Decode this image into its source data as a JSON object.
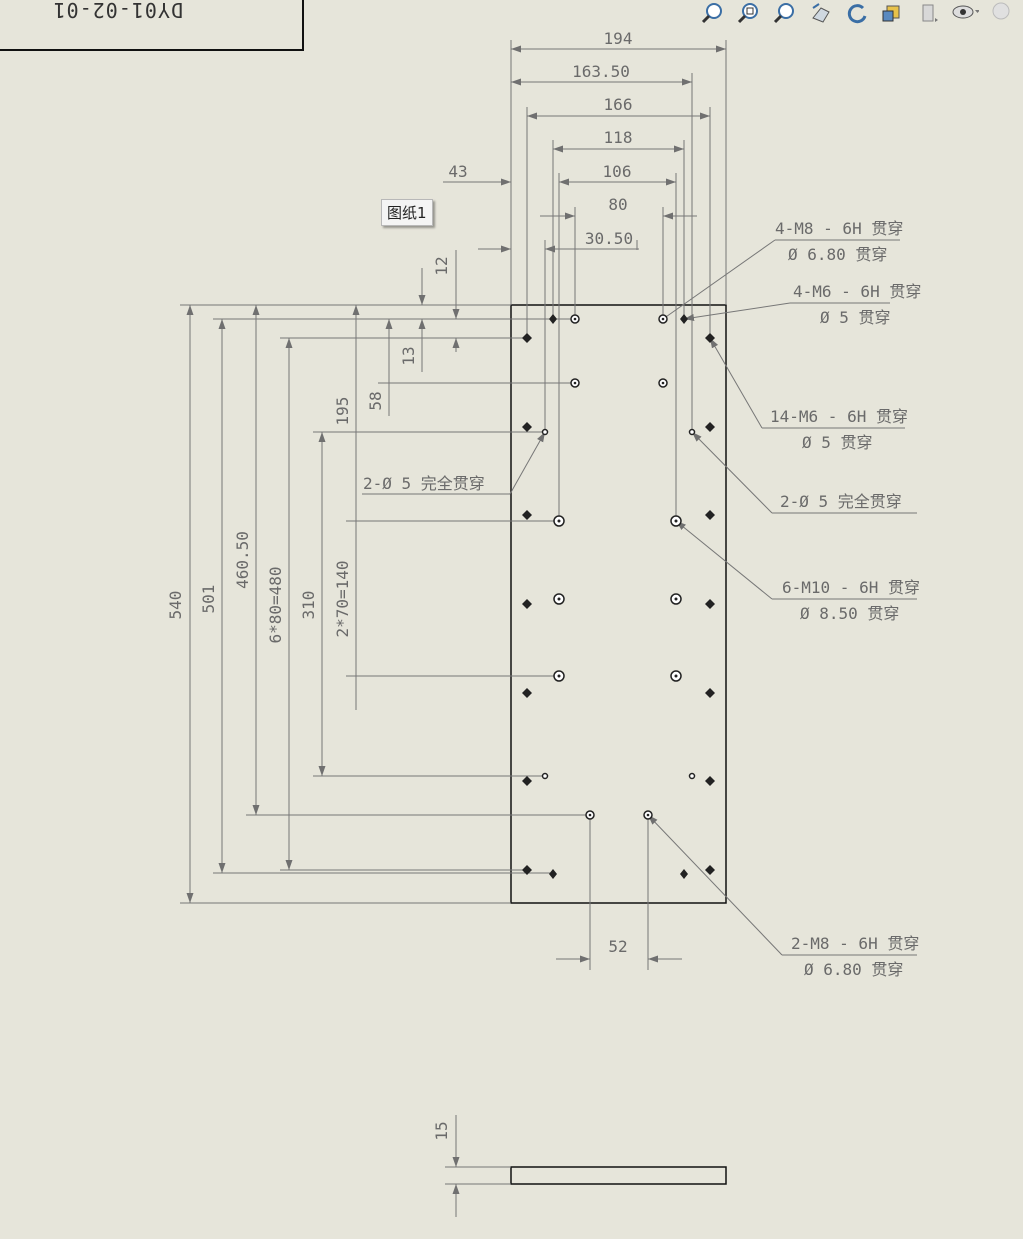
{
  "title_block": {
    "drawing_no": "DY01-02-01"
  },
  "sheet_tab": "图纸1",
  "toolbar": {
    "icons": [
      "zoom-to-fit-icon",
      "zoom-to-area-icon",
      "zoom-in-out-icon",
      "previous-view-icon",
      "rotate-view-icon",
      "display-style-icon",
      "section-view-icon",
      "hide-show-icon",
      "appearance-icon"
    ]
  },
  "dimensions": {
    "width_total": "194",
    "d163": "163.50",
    "d166": "166",
    "d118": "118",
    "d43": "43",
    "d106": "106",
    "d80": "80",
    "d30": "30.50",
    "d12": "12",
    "d13": "13",
    "d58": "58",
    "d195": "195",
    "d540": "540",
    "d501": "501",
    "d460": "460.50",
    "d6x80": "6*80=480",
    "d310": "310",
    "d2x70": "2*70=140",
    "d52": "52",
    "d15": "15"
  },
  "callouts": {
    "c1": {
      "l1": "4-M8 - 6H 贯穿",
      "l2": "Ø 6.80 贯穿"
    },
    "c2": {
      "l1": "4-M6 - 6H 贯穿",
      "l2": "Ø 5 贯穿"
    },
    "c3": {
      "l1": "14-M6 - 6H 贯穿",
      "l2": "Ø 5 贯穿"
    },
    "c4": {
      "l1": "2-Ø 5 完全贯穿"
    },
    "c5": {
      "l1": "6-M10 - 6H 贯穿",
      "l2": "Ø 8.50 贯穿"
    },
    "c6": {
      "l1": "2-M8 - 6H 贯穿",
      "l2": "Ø 6.80 贯穿"
    },
    "c7": {
      "l1": "2-Ø 5 完全贯穿"
    }
  }
}
